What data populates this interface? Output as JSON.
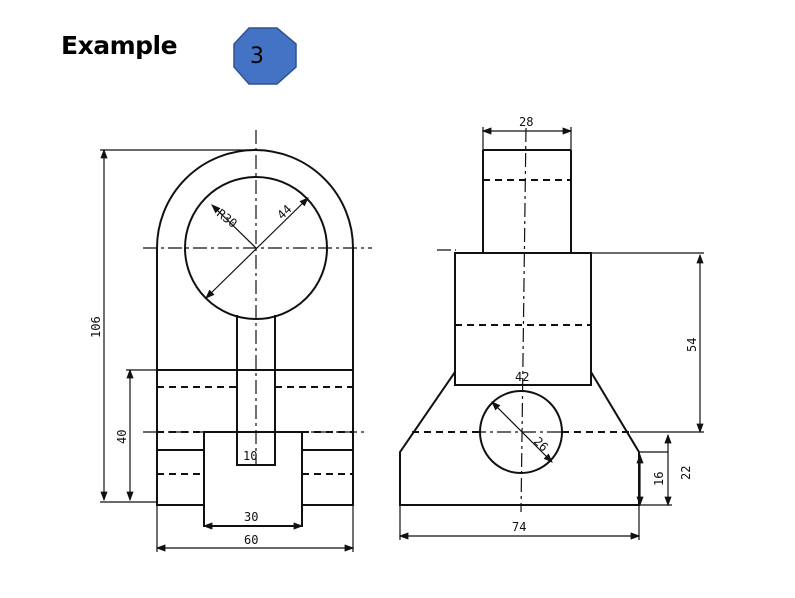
{
  "header": {
    "title": "Example",
    "badge_number": "3",
    "badge_color": "#4472c4"
  },
  "front_view": {
    "dimensions": {
      "overall_height": "106",
      "base_height": "40",
      "radius": "R30",
      "bore": "44",
      "slot_width": "10",
      "inner_width": "30",
      "total_width": "60"
    }
  },
  "side_view": {
    "dimensions": {
      "top_width": "28",
      "upper_height": "54",
      "hole_center_width": "42",
      "hole_dia": "26",
      "base_height": "22",
      "base_offset": "16",
      "base_width": "74"
    }
  }
}
